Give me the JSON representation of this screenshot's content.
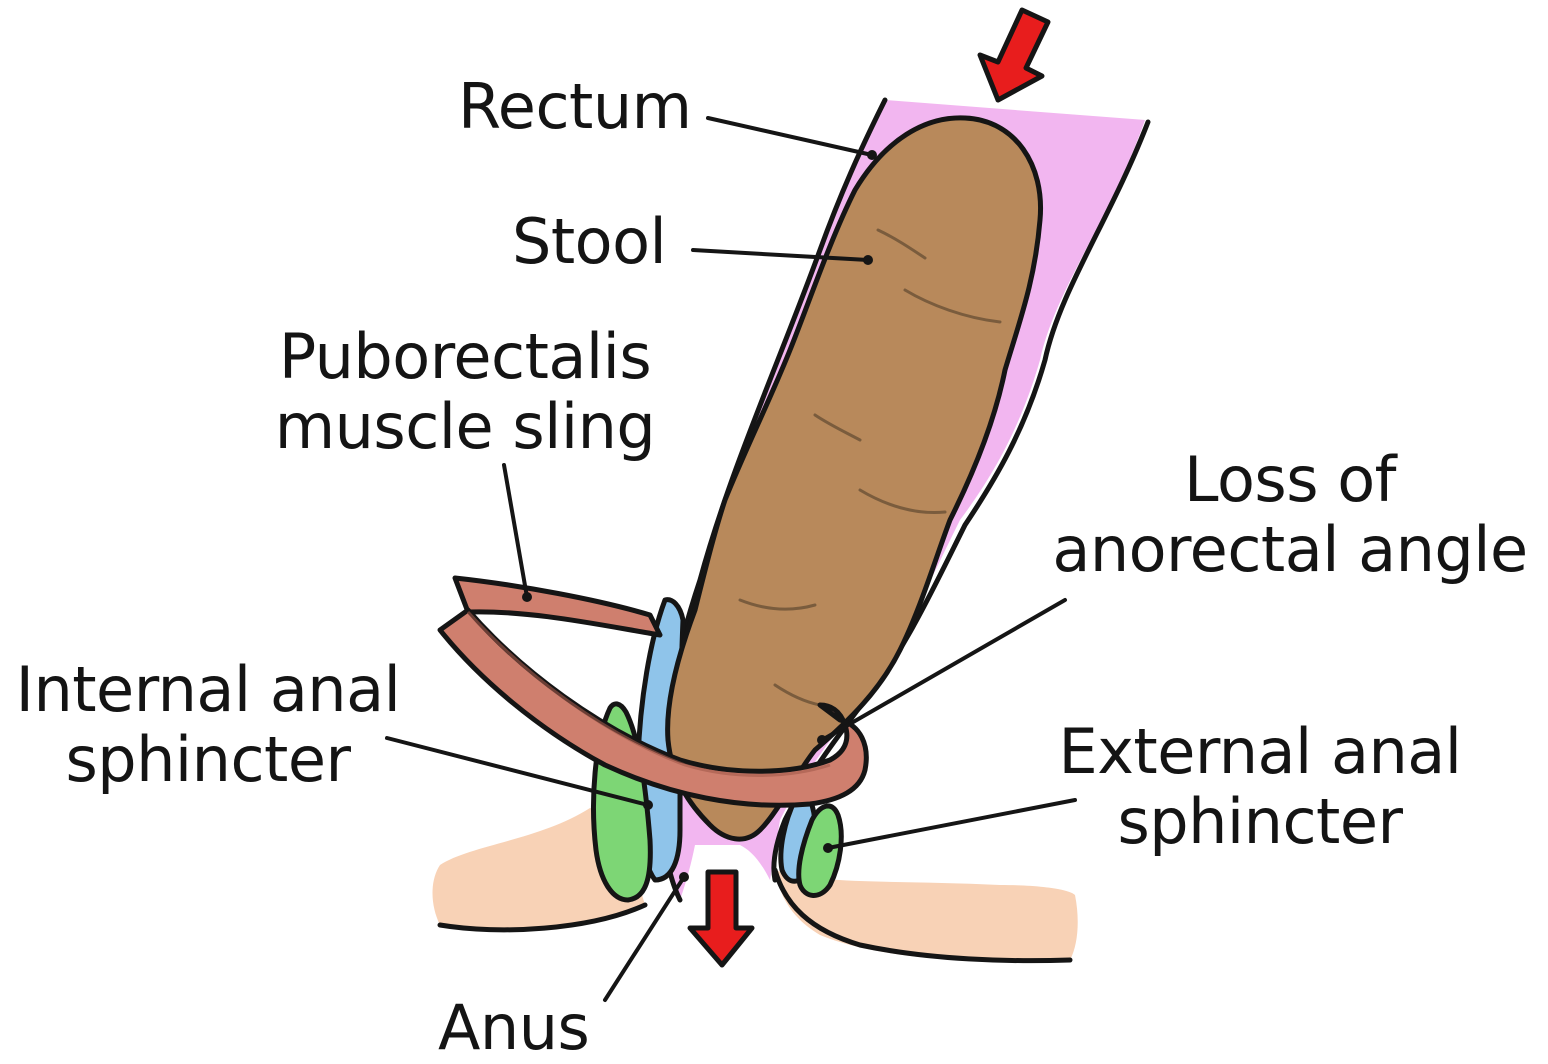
{
  "labels": {
    "rectum": "Rectum",
    "stool": "Stool",
    "puborectalis_line1": "Puborectalis",
    "puborectalis_line2": "muscle sling",
    "loss_line1": "Loss of",
    "loss_line2": "anorectal angle",
    "internal_line1": "Internal anal",
    "internal_line2": "sphincter",
    "external_line1": "External anal",
    "external_line2": "sphincter",
    "anus": "Anus"
  },
  "colors": {
    "rectum_wall": "#f2b6f0",
    "stool": "#b8895b",
    "stool_fold": "#7a5c3d",
    "puborectalis": "#cf7f6e",
    "internal_sphincter": "#8fc4ea",
    "external_sphincter": "#7dd675",
    "skin": "#f8d2b6",
    "arrow": "#e81d1d",
    "outline": "#151515"
  }
}
